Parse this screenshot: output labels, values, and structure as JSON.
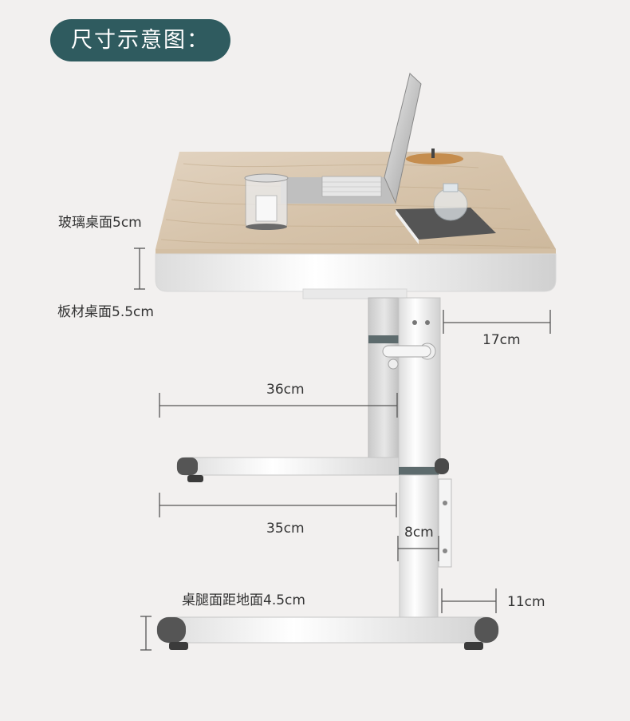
{
  "title": "尺寸示意图：",
  "dimensions": {
    "glass_top": "玻璃桌面5cm",
    "board_top": "板材桌面5.5cm",
    "depth_offset": "17cm",
    "upper_foot": "36cm",
    "lower_foot": "35cm",
    "column_width": "8cm",
    "foot_extension": "11cm",
    "leg_clearance": "桌腿面距地面4.5cm"
  },
  "colors": {
    "title_bg": "#2f5b5f",
    "wood": "#d9c7b0",
    "frame": "#ececec",
    "line": "#555555"
  }
}
